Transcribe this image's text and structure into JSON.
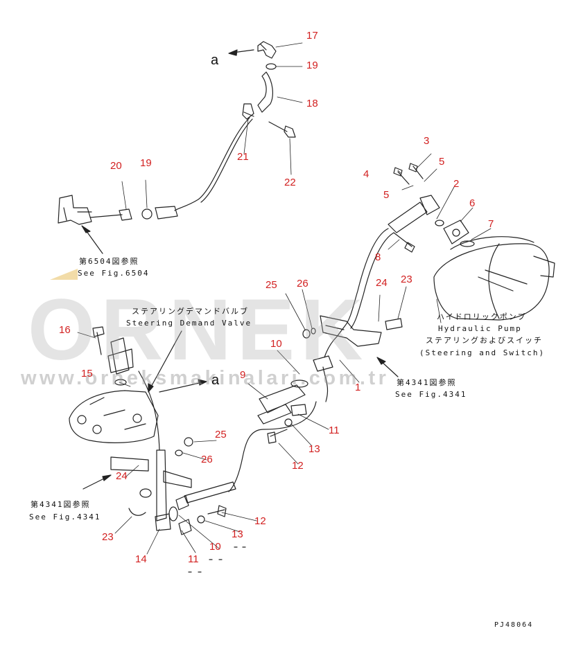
{
  "watermark": {
    "brand": "ORNEK",
    "url": "www.orneksmakinalari.com.tr",
    "accent_color": "#f2dca8"
  },
  "drawing_code": "PJ48064",
  "direction_marker": "a",
  "callouts": {
    "c1": "1",
    "c2": "2",
    "c3": "3",
    "c4": "4",
    "c5a": "5",
    "c5b": "5",
    "c6": "6",
    "c7": "7",
    "c8": "8",
    "c9": "9",
    "c10a": "10",
    "c10b": "10",
    "c11a": "11",
    "c11b": "11",
    "c12a": "12",
    "c12b": "12",
    "c13a": "13",
    "c13b": "13",
    "c14": "14",
    "c15": "15",
    "c16": "16",
    "c17": "17",
    "c18": "18",
    "c19a": "19",
    "c19b": "19",
    "c20": "20",
    "c21": "21",
    "c22": "22",
    "c23a": "23",
    "c23b": "23",
    "c24a": "24",
    "c24b": "24",
    "c25a": "25",
    "c25b": "25",
    "c26a": "26",
    "c26b": "26"
  },
  "references": {
    "fig6504_jp": "第6504図参照",
    "fig6504_en": "See Fig.6504",
    "fig4341_right_jp": "第4341図参照",
    "fig4341_right_en": "See Fig.4341",
    "fig4341_left_jp": "第4341図参照",
    "fig4341_left_en": "See Fig.4341"
  },
  "components": {
    "valve_jp": "ステアリングデマンドバルブ",
    "valve_en": "Steering Demand Valve",
    "pump_jp1": "ハイドロリックポンプ",
    "pump_en": "Hydraulic Pump",
    "pump_jp2": "ステアリングおよびスイッチ",
    "pump_en2": "(Steering and Switch)"
  }
}
